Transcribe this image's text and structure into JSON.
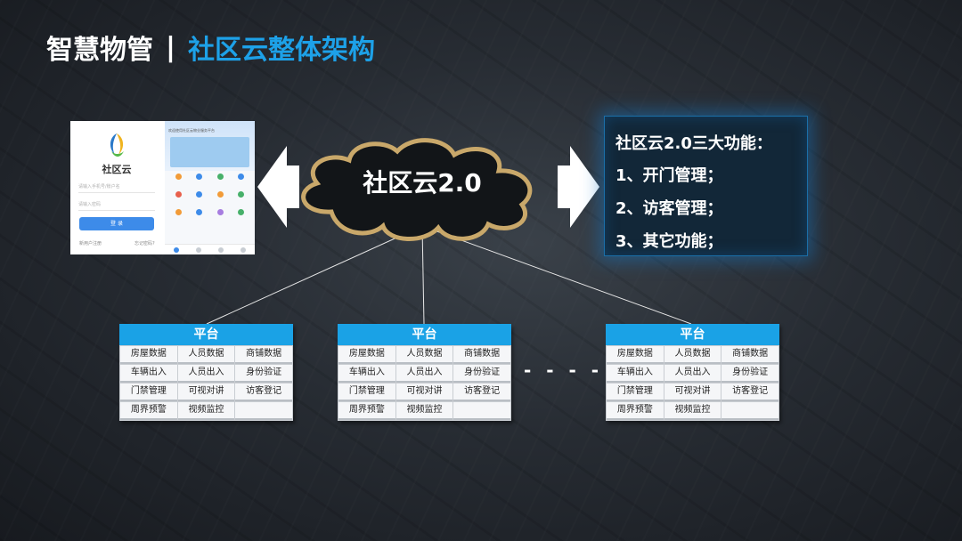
{
  "header": {
    "title_main": "智慧物管",
    "separator": "|",
    "title_sub": "社区云整体架构"
  },
  "cloud": {
    "label": "社区云2.0"
  },
  "app_preview": {
    "app_name": "社区云",
    "account_placeholder": "请输入手机号/账户名",
    "password_placeholder": "请输入密码",
    "login_button": "登 录",
    "register_link": "新用户注册",
    "forgot_link": "忘记密码?",
    "home_header": "欢迎使用社区云物业服务平台"
  },
  "functions": {
    "title": "社区云2.0三大功能：",
    "items": [
      "1、开门管理；",
      "2、访客管理；",
      "3、其它功能；"
    ]
  },
  "platforms": [
    {
      "title": "平台",
      "cells": [
        "房屋数据",
        "人员数据",
        "商铺数据",
        "车辆出入",
        "人员出入",
        "身份验证",
        "门禁管理",
        "可视对讲",
        "访客登记",
        "周界预警",
        "视频监控",
        ""
      ]
    },
    {
      "title": "平台",
      "cells": [
        "房屋数据",
        "人员数据",
        "商铺数据",
        "车辆出入",
        "人员出入",
        "身份验证",
        "门禁管理",
        "可视对讲",
        "访客登记",
        "周界预警",
        "视频监控",
        ""
      ]
    },
    {
      "title": "平台",
      "cells": [
        "房屋数据",
        "人员数据",
        "商铺数据",
        "车辆出入",
        "人员出入",
        "身份验证",
        "门禁管理",
        "可视对讲",
        "访客登记",
        "周界预警",
        "视频监控",
        ""
      ]
    }
  ],
  "ellipsis": "- - - -",
  "colors": {
    "accent": "#1da1e8",
    "cloud_outline": "#c9a86a",
    "platform_header": "#1aa2e6"
  }
}
